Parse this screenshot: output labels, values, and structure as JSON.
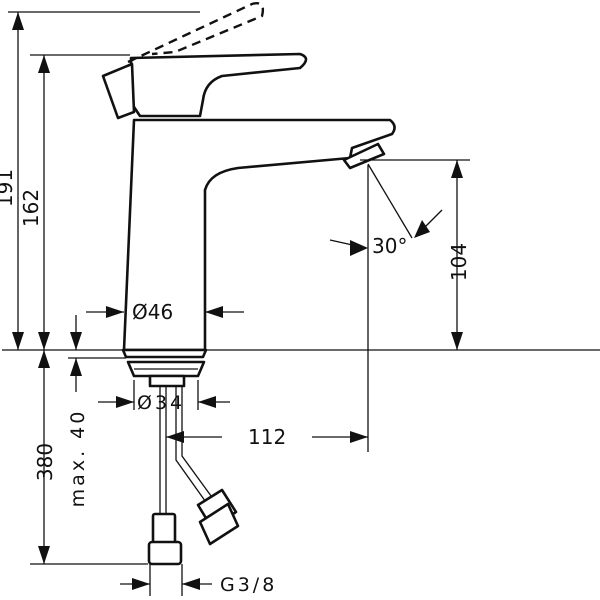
{
  "dimensions": {
    "total_height": "191",
    "spout_height": "162",
    "outlet_height": "104",
    "body_diameter": "Ø46",
    "spray_angle": "30°",
    "mount_bore": "Ø34",
    "projection": "112",
    "hose_length": "380",
    "max_counter_thickness": "max. 40",
    "connection_thread": "G3/8"
  }
}
